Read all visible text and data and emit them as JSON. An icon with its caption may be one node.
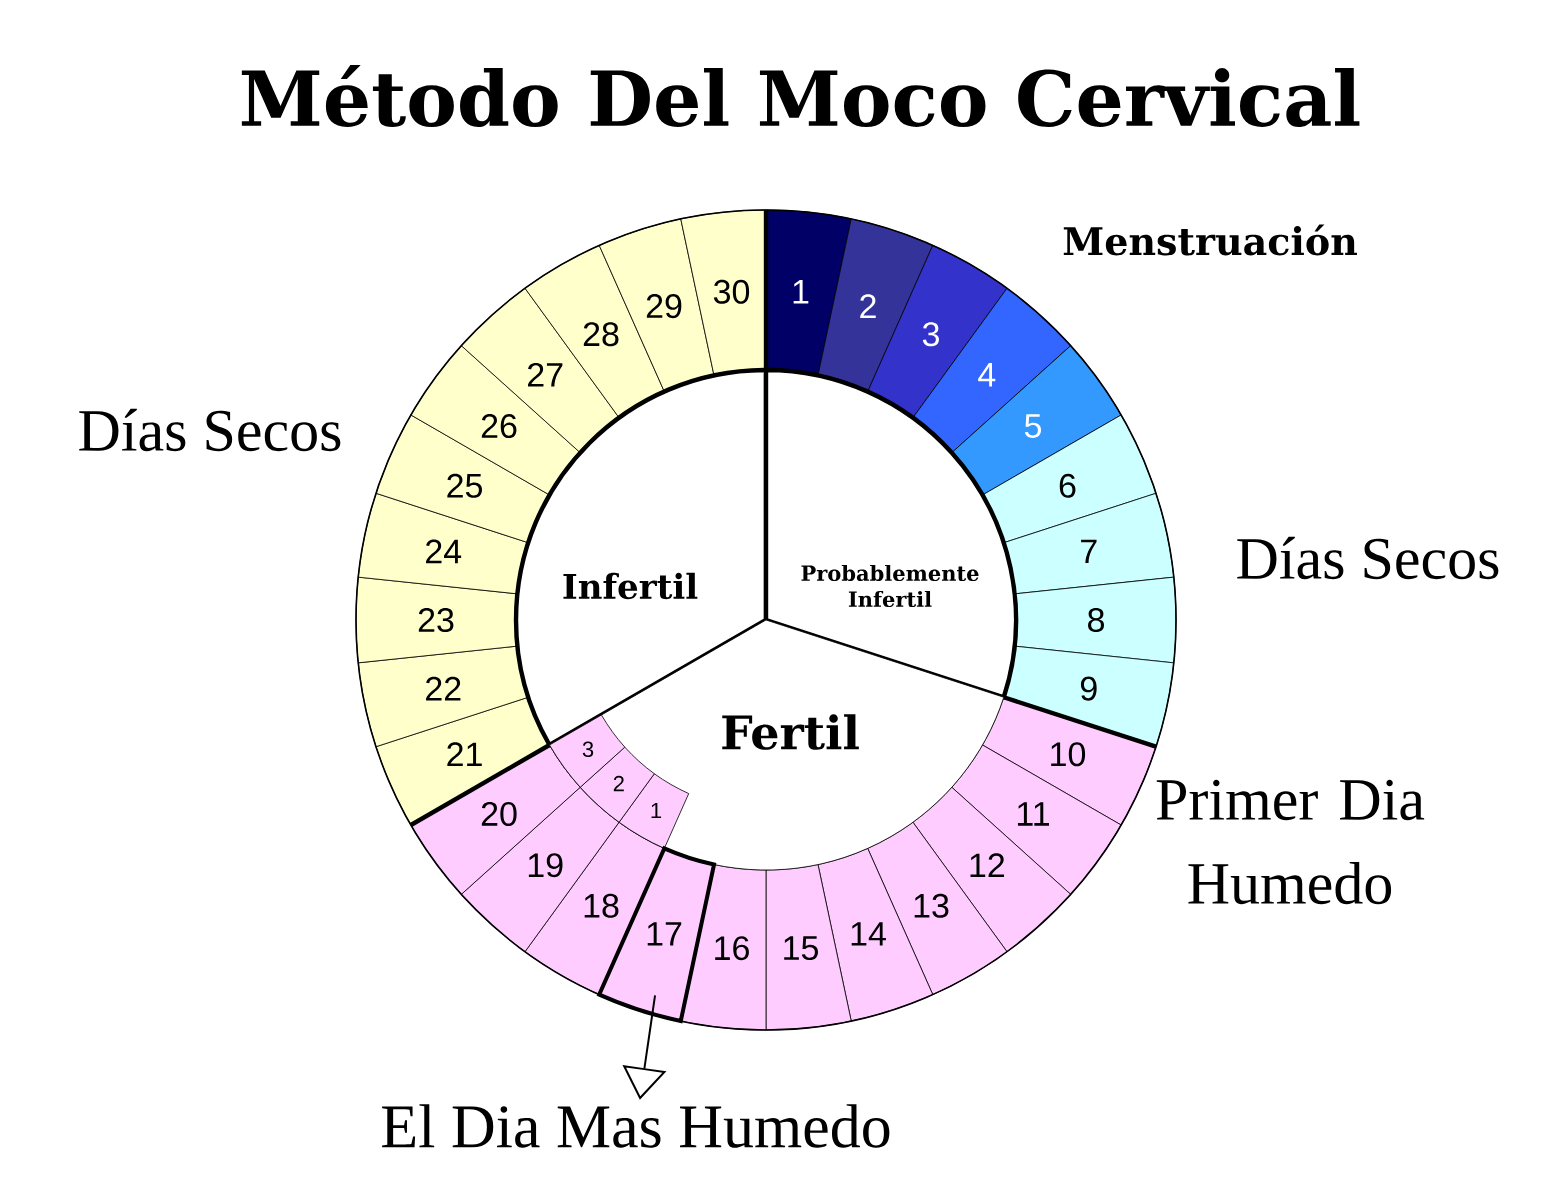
{
  "diagram": {
    "title": "Método Del Moco Cervical",
    "nodes": [
      {
        "text": [
          "1"
        ]
      },
      {
        "text": [
          "2"
        ]
      },
      {
        "text": [
          "3"
        ]
      },
      {
        "text": [
          "4"
        ]
      },
      {
        "text": [
          "5"
        ]
      },
      {
        "text": [
          "6"
        ]
      },
      {
        "text": [
          "7"
        ]
      },
      {
        "text": [
          "8"
        ]
      },
      {
        "text": [
          "9"
        ]
      },
      {
        "text": [
          "10"
        ]
      },
      {
        "text": [
          "11"
        ]
      },
      {
        "text": [
          "12"
        ]
      },
      {
        "text": [
          "13"
        ]
      },
      {
        "text": [
          "14"
        ]
      },
      {
        "text": [
          "15"
        ]
      },
      {
        "text": [
          "16"
        ]
      },
      {
        "text": [
          "17"
        ]
      },
      {
        "text": [
          "18"
        ]
      },
      {
        "text": [
          "19"
        ]
      },
      {
        "text": [
          "20"
        ]
      },
      {
        "text": [
          "21"
        ]
      },
      {
        "text": [
          "22"
        ]
      },
      {
        "text": [
          "23"
        ]
      },
      {
        "text": [
          "24"
        ]
      },
      {
        "text": [
          "25"
        ]
      },
      {
        "text": [
          "26"
        ]
      },
      {
        "text": [
          "27"
        ]
      },
      {
        "text": [
          "28"
        ]
      },
      {
        "text": [
          "29"
        ]
      },
      {
        "text": [
          "30"
        ]
      },
      {
        "text": [
          "Infertil"
        ]
      },
      {
        "text": [
          "Probablemente Infertil"
        ]
      },
      {
        "text": [
          "Fertil"
        ]
      },
      {
        "text": [
          "1"
        ],
        "in": 32
      },
      {
        "text": [
          "2"
        ],
        "in": 32
      },
      {
        "text": [
          "3"
        ],
        "in": 32
      },
      {
        "text": [
          "El Dia Mas Humedo"
        ]
      }
    ],
    "edges": [
      {
        "from": 16,
        "to": 36,
        "arrow": "to"
      }
    ],
    "labels": [
      "Menstruación",
      "Días Secos",
      "Días Secos",
      "Primer Dia Humedo"
    ]
  }
}
